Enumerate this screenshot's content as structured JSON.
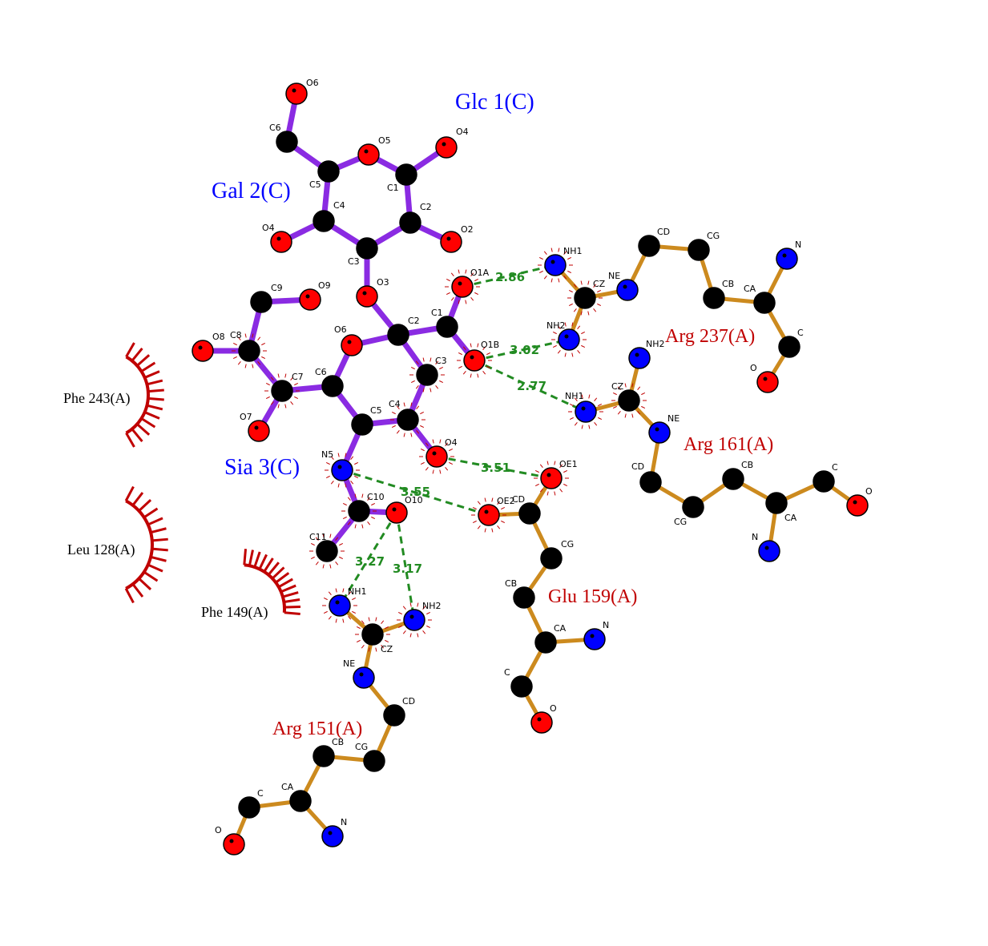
{
  "colors": {
    "carbon": "#000000",
    "oxygen": "#ff0000",
    "nitrogen": "#0000ff",
    "ligand_bond": "#8a2be2",
    "residue_bond": "#cc8a1e",
    "hbond": "#228b22",
    "hydrophobic": "#c00000",
    "ligand_label": "#0000ff",
    "residue_label": "#c00000"
  },
  "labels": {
    "ligand": [
      {
        "id": "glc1",
        "text": "Glc 1(C)"
      },
      {
        "id": "gal2",
        "text": "Gal 2(C)"
      },
      {
        "id": "sia3",
        "text": "Sia 3(C)"
      }
    ],
    "residues": [
      {
        "id": "arg237",
        "text": "Arg 237(A)"
      },
      {
        "id": "arg161",
        "text": "Arg 161(A)"
      },
      {
        "id": "glu159",
        "text": "Glu 159(A)"
      },
      {
        "id": "arg151",
        "text": "Arg 151(A)"
      }
    ],
    "hydrophobic": [
      {
        "id": "phe243",
        "text": "Phe 243(A)"
      },
      {
        "id": "leu128",
        "text": "Leu 128(A)"
      },
      {
        "id": "phe149",
        "text": "Phe 149(A)"
      }
    ]
  },
  "atoms": [
    {
      "id": "g_o6",
      "label": "O6",
      "element": "O"
    },
    {
      "id": "g_c6",
      "label": "C6",
      "element": "C"
    },
    {
      "id": "g_c5",
      "label": "C5",
      "element": "C"
    },
    {
      "id": "g_o5",
      "label": "O5",
      "element": "O"
    },
    {
      "id": "g_c1",
      "label": "C1",
      "element": "C"
    },
    {
      "id": "g_o4top",
      "label": "O4",
      "element": "O"
    },
    {
      "id": "g_c2",
      "label": "C2",
      "element": "C"
    },
    {
      "id": "g_o2",
      "label": "O2",
      "element": "O"
    },
    {
      "id": "g_c3",
      "label": "C3",
      "element": "C"
    },
    {
      "id": "g_c4",
      "label": "C4",
      "element": "C"
    },
    {
      "id": "g_o4",
      "label": "O4",
      "element": "O"
    },
    {
      "id": "g_o3",
      "label": "O3",
      "element": "O"
    },
    {
      "id": "s_c2",
      "label": "C2",
      "element": "C"
    },
    {
      "id": "s_c1",
      "label": "C1",
      "element": "C"
    },
    {
      "id": "s_o1a",
      "label": "O1A",
      "element": "O"
    },
    {
      "id": "s_o1b",
      "label": "O1B",
      "element": "O"
    },
    {
      "id": "s_o6",
      "label": "O6",
      "element": "O"
    },
    {
      "id": "s_c3",
      "label": "C3",
      "element": "C"
    },
    {
      "id": "s_c4",
      "label": "C4",
      "element": "C"
    },
    {
      "id": "s_o4",
      "label": "O4",
      "element": "O"
    },
    {
      "id": "s_c5",
      "label": "C5",
      "element": "C"
    },
    {
      "id": "s_c6",
      "label": "C6",
      "element": "C"
    },
    {
      "id": "s_c7",
      "label": "C7",
      "element": "C"
    },
    {
      "id": "s_o7",
      "label": "O7",
      "element": "O"
    },
    {
      "id": "s_c8",
      "label": "C8",
      "element": "C"
    },
    {
      "id": "s_o8",
      "label": "O8",
      "element": "O"
    },
    {
      "id": "s_c9",
      "label": "C9",
      "element": "C"
    },
    {
      "id": "s_o9",
      "label": "O9",
      "element": "O"
    },
    {
      "id": "s_n5",
      "label": "N5",
      "element": "N"
    },
    {
      "id": "s_c10",
      "label": "C10",
      "element": "C"
    },
    {
      "id": "s_o10",
      "label": "O10",
      "element": "O"
    },
    {
      "id": "s_c11",
      "label": "C11",
      "element": "C"
    },
    {
      "id": "a237_nh1",
      "label": "NH1",
      "element": "N"
    },
    {
      "id": "a237_nh2",
      "label": "NH2",
      "element": "N"
    },
    {
      "id": "a237_cz",
      "label": "CZ",
      "element": "C"
    },
    {
      "id": "a237_ne",
      "label": "NE",
      "element": "N"
    },
    {
      "id": "a237_cd",
      "label": "CD",
      "element": "C"
    },
    {
      "id": "a237_cg",
      "label": "CG",
      "element": "C"
    },
    {
      "id": "a237_cb",
      "label": "CB",
      "element": "C"
    },
    {
      "id": "a237_ca",
      "label": "CA",
      "element": "C"
    },
    {
      "id": "a237_n",
      "label": "N",
      "element": "N"
    },
    {
      "id": "a237_c",
      "label": "C",
      "element": "C"
    },
    {
      "id": "a237_o",
      "label": "O",
      "element": "O"
    },
    {
      "id": "a161_nh2",
      "label": "NH2",
      "element": "N"
    },
    {
      "id": "a161_cz",
      "label": "CZ",
      "element": "C"
    },
    {
      "id": "a161_nh1",
      "label": "NH1",
      "element": "N"
    },
    {
      "id": "a161_ne",
      "label": "NE",
      "element": "N"
    },
    {
      "id": "a161_cd",
      "label": "CD",
      "element": "C"
    },
    {
      "id": "a161_cg",
      "label": "CG",
      "element": "C"
    },
    {
      "id": "a161_cb",
      "label": "CB",
      "element": "C"
    },
    {
      "id": "a161_ca",
      "label": "CA",
      "element": "C"
    },
    {
      "id": "a161_c",
      "label": "C",
      "element": "C"
    },
    {
      "id": "a161_o",
      "label": "O",
      "element": "O"
    },
    {
      "id": "a161_n",
      "label": "N",
      "element": "N"
    },
    {
      "id": "e159_oe1",
      "label": "OE1",
      "element": "O"
    },
    {
      "id": "e159_oe2",
      "label": "OE2",
      "element": "O"
    },
    {
      "id": "e159_cd",
      "label": "CD",
      "element": "C"
    },
    {
      "id": "e159_cg",
      "label": "CG",
      "element": "C"
    },
    {
      "id": "e159_cb",
      "label": "CB",
      "element": "C"
    },
    {
      "id": "e159_ca",
      "label": "CA",
      "element": "C"
    },
    {
      "id": "e159_n",
      "label": "N",
      "element": "N"
    },
    {
      "id": "e159_c",
      "label": "C",
      "element": "C"
    },
    {
      "id": "e159_o",
      "label": "O",
      "element": "O"
    },
    {
      "id": "a151_nh1",
      "label": "NH1",
      "element": "N"
    },
    {
      "id": "a151_nh2",
      "label": "NH2",
      "element": "N"
    },
    {
      "id": "a151_cz",
      "label": "CZ",
      "element": "C"
    },
    {
      "id": "a151_ne",
      "label": "NE",
      "element": "N"
    },
    {
      "id": "a151_cd",
      "label": "CD",
      "element": "C"
    },
    {
      "id": "a151_cg",
      "label": "CG",
      "element": "C"
    },
    {
      "id": "a151_cb",
      "label": "CB",
      "element": "C"
    },
    {
      "id": "a151_ca",
      "label": "CA",
      "element": "C"
    },
    {
      "id": "a151_c",
      "label": "C",
      "element": "C"
    },
    {
      "id": "a151_o",
      "label": "O",
      "element": "O"
    },
    {
      "id": "a151_n",
      "label": "N",
      "element": "N"
    }
  ],
  "hbonds": [
    {
      "id": "hb1",
      "distance": "2.86"
    },
    {
      "id": "hb2",
      "distance": "3.02"
    },
    {
      "id": "hb3",
      "distance": "2.77"
    },
    {
      "id": "hb4",
      "distance": "3.51"
    },
    {
      "id": "hb5",
      "distance": "3.55"
    },
    {
      "id": "hb6",
      "distance": "3.27"
    },
    {
      "id": "hb7",
      "distance": "3.17"
    }
  ]
}
